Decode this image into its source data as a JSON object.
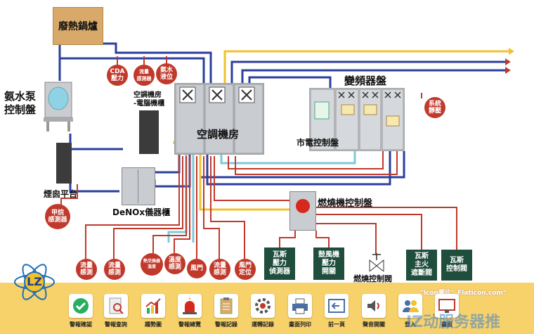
{
  "nodes": {
    "waste_heat_boiler": "廢熱鍋爐",
    "ammonia_pump": "氨水泵\n控制盤",
    "chimney_platform": "煙囪平台",
    "denox_cabinet": "DeNOx儀器櫃",
    "ac_room_pc_cabinet": "空調機房\n-電腦機櫃",
    "ac_room": "空調機房",
    "inverter_panel": "變頻器盤",
    "mains_panel": "市電控制盤",
    "burner_panel": "燃燒機控制盤",
    "burner_control_valve": "燃燒控制閥"
  },
  "sensors": {
    "cda_pressure": "CDA\n壓力",
    "flow_sensor_top": "流量\n感測器",
    "ammonia_level": "氨水\n液位",
    "system_pressure": "系統\n靜壓",
    "methane_sensor": "甲烷\n感測器",
    "flow_1": "流量\n感測",
    "flow_2": "流量\n感測",
    "heat_exchanger_temp": "熱交換器\n溫度",
    "temp_sensor": "溫度\n感測",
    "damper": "風門",
    "flow_3": "流量\n感測",
    "damper_position": "風門\n定位"
  },
  "devices": {
    "gas_pressure_detector": "瓦斯\n壓力\n偵測器",
    "blower_pressure_switch": "鼓風機\n壓力\n開關",
    "gas_main_shutoff": "瓦斯\n主火\n遮斷閥",
    "gas_control_valve": "瓦斯\n控制閥"
  },
  "logo": {
    "text": "LZ"
  },
  "watermark": "\"Icon圖片：Flaticon.com\"",
  "toolbar": [
    {
      "label": "警報確認",
      "icon": "check-icon"
    },
    {
      "label": "警報查詢",
      "icon": "search-doc-icon"
    },
    {
      "label": "趨勢圖",
      "icon": "trend-chart-icon"
    },
    {
      "label": "警報總覽",
      "icon": "siren-icon"
    },
    {
      "label": "警報記錄",
      "icon": "clipboard-icon"
    },
    {
      "label": "運轉記錄",
      "icon": "gear-icon"
    },
    {
      "label": "畫面列印",
      "icon": "printer-icon"
    },
    {
      "label": "前一頁",
      "icon": "back-icon"
    },
    {
      "label": "聲音開關",
      "icon": "speaker-icon"
    },
    {
      "label": "登入",
      "icon": "users-icon"
    },
    {
      "label": "畫面",
      "icon": "screen-icon"
    }
  ],
  "brand_watermark": "IZ动服务器推",
  "colors": {
    "pipe_blue": "#2b3f9e",
    "pipe_yellow": "#f2c12e",
    "pipe_red": "#c0392b",
    "pipe_cyan": "#7ec9d8",
    "sensor_red": "#c0392b",
    "device_green": "#1f4e3d",
    "boiler_tan": "#d9a96a",
    "footer": "#f7d26b"
  }
}
